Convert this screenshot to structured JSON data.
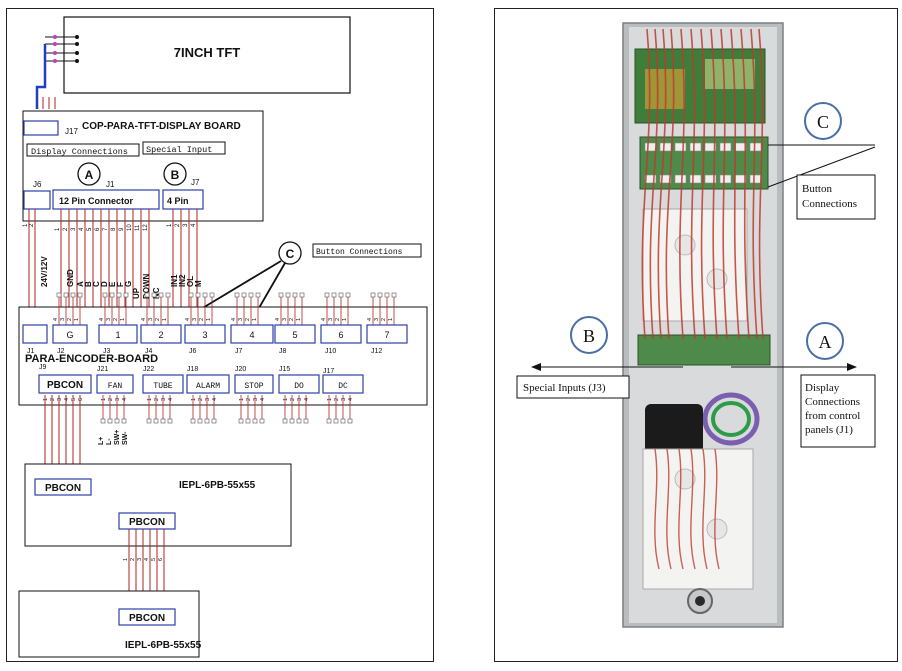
{
  "left": {
    "tft_title": "7INCH TFT",
    "display_board_title": "COP-PARA-TFT-DISPLAY BOARD",
    "j17": "J17",
    "display_connections": "Display Connections",
    "special_input": "Special Input",
    "marker_a": "A",
    "marker_b": "B",
    "marker_c": "C",
    "j6": "J6",
    "j1": "J1",
    "j7": "J7",
    "connector_12pin": "12 Pin Connector",
    "connector_4pin": "4 Pin",
    "button_connections": "Button Connections",
    "signal_labels": [
      "24V/12V",
      "GND",
      "A",
      "B",
      "C",
      "D",
      "E",
      "F",
      "G",
      "UP",
      "DOWN",
      "NC"
    ],
    "input_labels": [
      "IN1",
      "IN2",
      "OL",
      "M"
    ],
    "encoder_board_title": "PARA-ENCODER-BOARD",
    "encoder_top_connectors": [
      {
        "label": "",
        "jack": "J1"
      },
      {
        "label": "G",
        "jack": "J2"
      },
      {
        "label": "1",
        "jack": "J3"
      },
      {
        "label": "2",
        "jack": "J4"
      },
      {
        "label": "3",
        "jack": "J6"
      },
      {
        "label": "4",
        "jack": "J7"
      },
      {
        "label": "5",
        "jack": "J8"
      },
      {
        "label": "6",
        "jack": "J10"
      },
      {
        "label": "7",
        "jack": "J12"
      }
    ],
    "encoder_bottom_connectors": [
      {
        "label": "PBCON",
        "jack": "J9"
      },
      {
        "label": "FAN",
        "jack": "J21"
      },
      {
        "label": "TUBE",
        "jack": "J22"
      },
      {
        "label": "ALARM",
        "jack": "J18"
      },
      {
        "label": "STOP",
        "jack": "J20"
      },
      {
        "label": "DO",
        "jack": "J15"
      },
      {
        "label": "DC",
        "jack": "J17"
      }
    ],
    "fan_wires": [
      "L+",
      "L-",
      "SW+",
      "SW-"
    ],
    "pb_board_1": "IEPL-6PB-55x55",
    "pb_board_2": "IEPL-6PB-55x55",
    "pbcon": "PBCON",
    "pin_numbers_4": [
      "1",
      "2",
      "3",
      "4"
    ],
    "pin_numbers_6": [
      "1",
      "2",
      "3",
      "4",
      "5",
      "6"
    ]
  },
  "right": {
    "marker_c": "C",
    "marker_b": "B",
    "marker_a": "A",
    "button_connections": [
      "Button",
      "Connections"
    ],
    "special_inputs": "Special Inputs (J3)",
    "display_connections": [
      "Display",
      "Connections",
      "from control",
      "panels (J1)"
    ]
  },
  "colors": {
    "wire_red": "#b22222",
    "wire_blue": "#1f3fbf",
    "connector_blue": "#2b3fa8",
    "pcb_green": "#3f7d3a",
    "panel_grey": "#9aa0a4"
  }
}
